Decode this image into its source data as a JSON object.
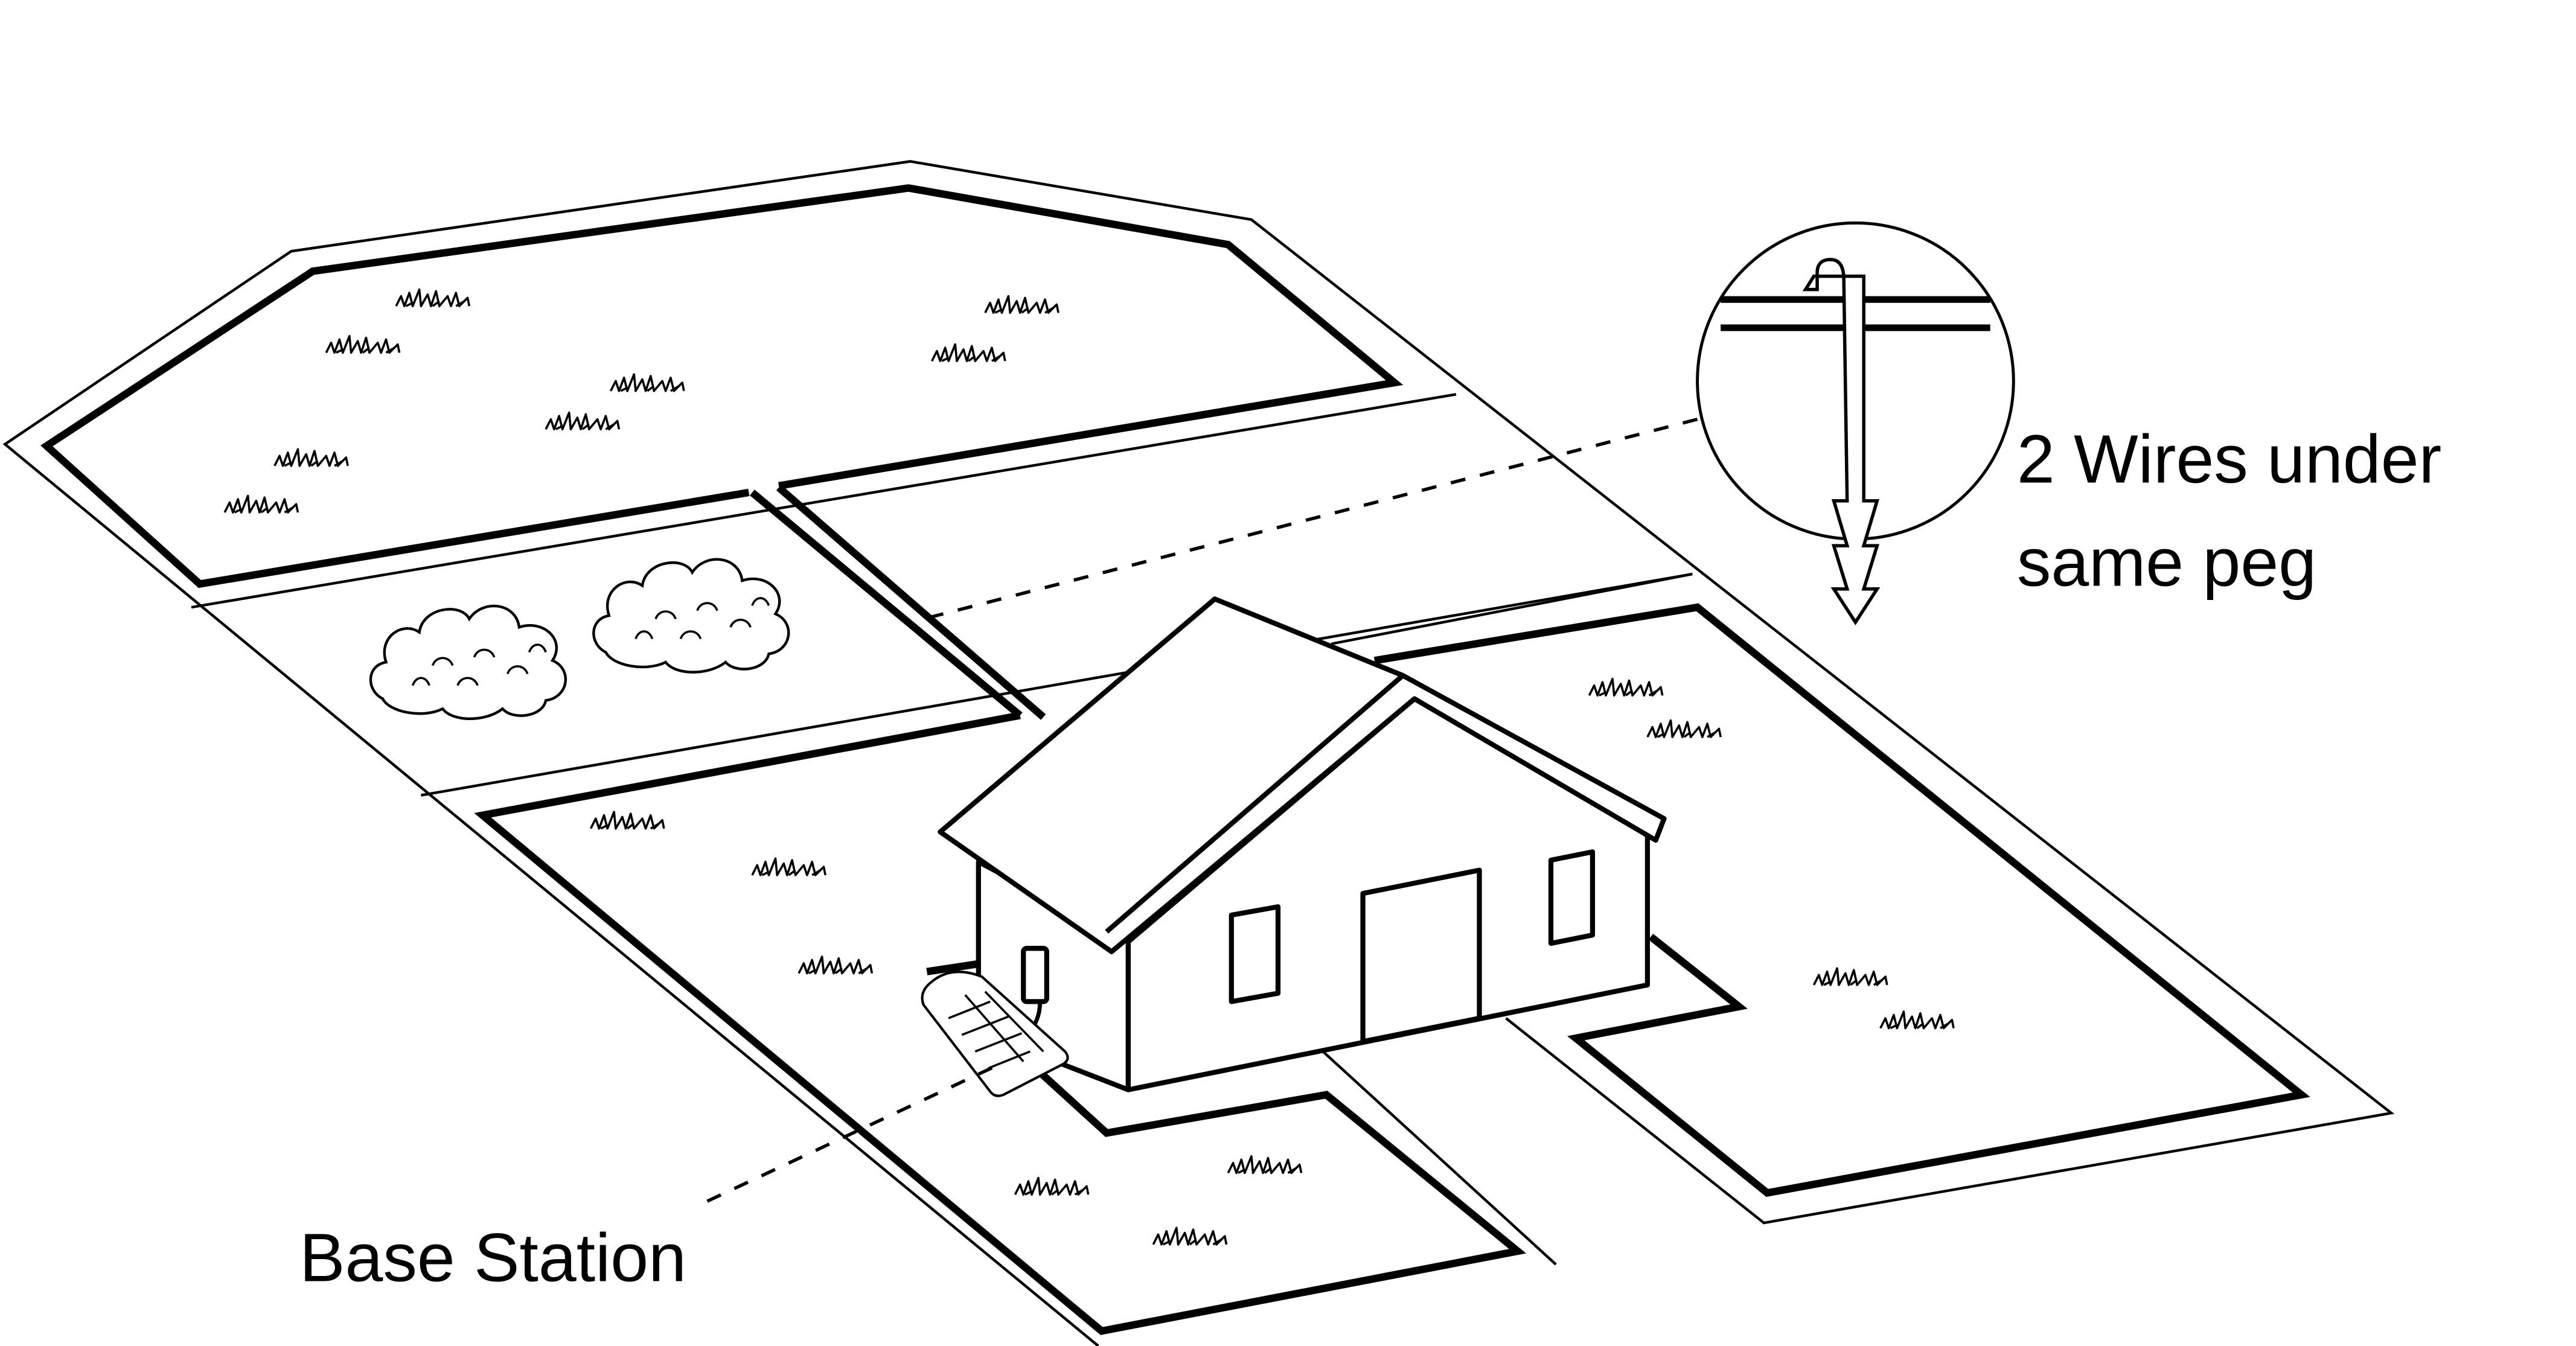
{
  "diagram": {
    "title": "Boundary wire layout around house",
    "labels": {
      "peg_line1": "2 Wires under",
      "peg_line2": "same peg",
      "base_station": "Base Station"
    },
    "colors": {
      "line": "#000000",
      "background": "#ffffff"
    }
  }
}
